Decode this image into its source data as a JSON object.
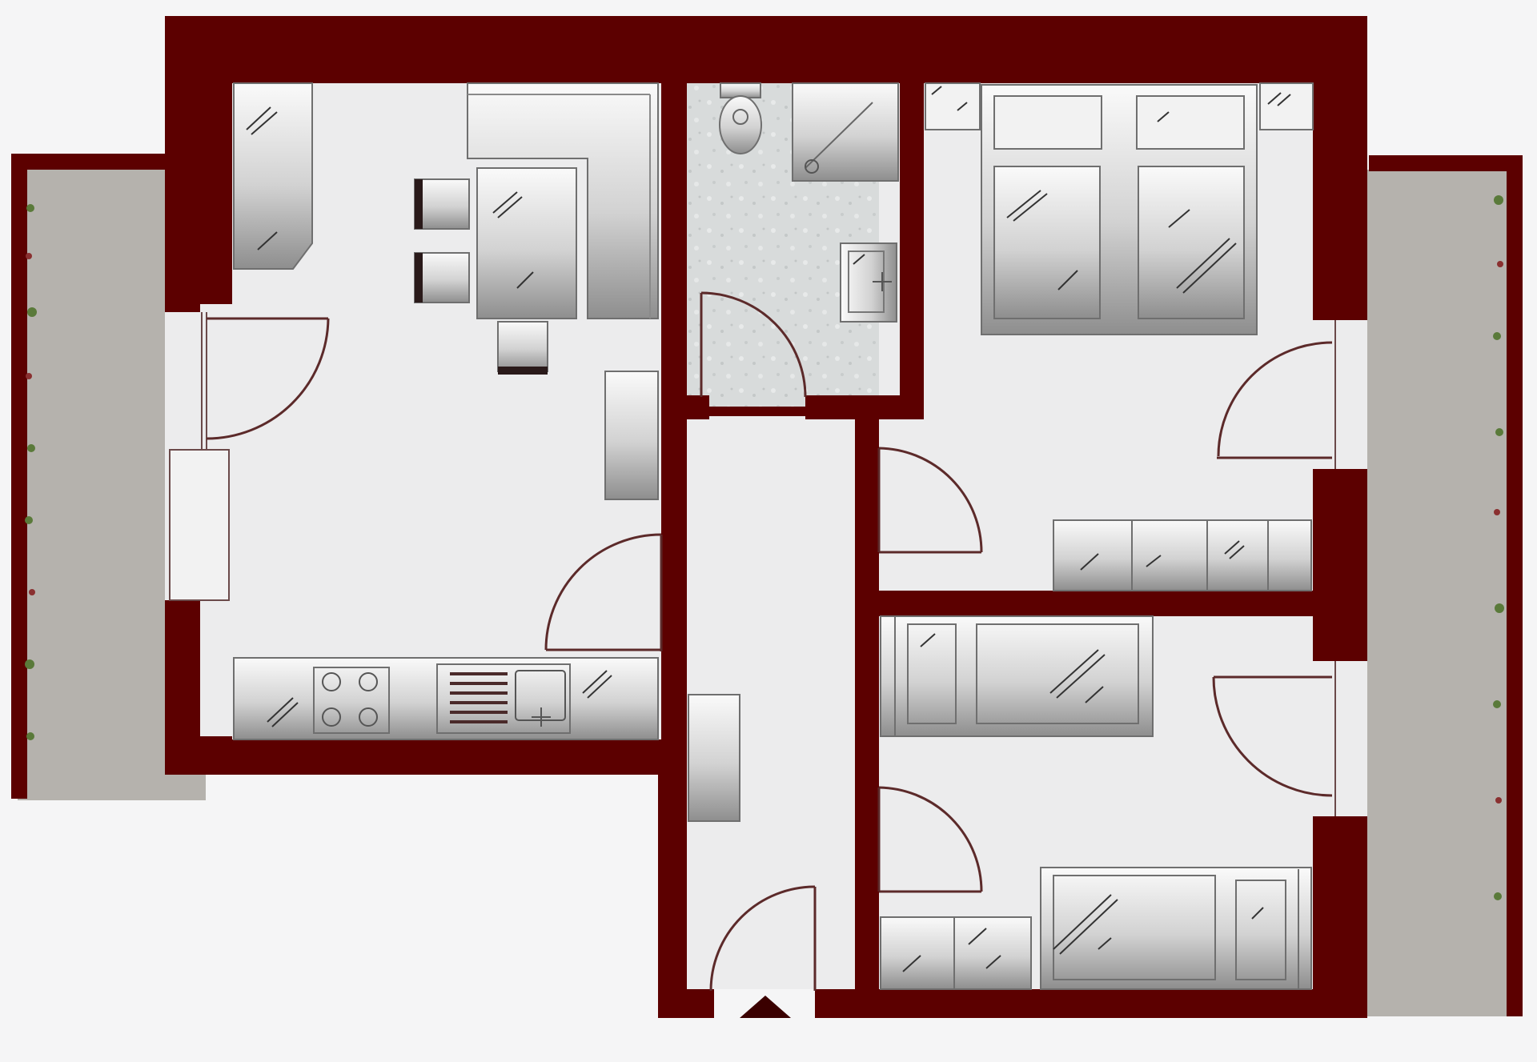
{
  "plan": {
    "colors": {
      "page": "#f5f5f6",
      "wall": "#5c0000",
      "floor": "#ececed",
      "balcony": "#b5b2ad",
      "bathroom_floor": "#d9dcdc",
      "furniture_light": "#f2f2f2",
      "furniture_dark": "#8c8c8c",
      "furniture_outline": "#6f6f6f",
      "door_swing": "#5c2a2a",
      "plant_green": "#5a7a3a",
      "plant_red": "#8a3030"
    },
    "rooms": [
      "balcony-left",
      "living-kitchen",
      "bathroom",
      "hallway",
      "bedroom-double",
      "bedroom-single",
      "balcony-right"
    ],
    "furniture": [
      "wardrobe",
      "l-shaped-sofa",
      "dining-table",
      "dining-chairs",
      "sideboard",
      "kitchen-counter",
      "cooktop",
      "sink",
      "shoe-cabinet",
      "toilet",
      "shower",
      "washbasin",
      "double-bed",
      "nightstands",
      "dresser",
      "single-bed",
      "desk",
      "bed-chest"
    ],
    "icons": [
      "entrance-arrow-icon"
    ]
  }
}
